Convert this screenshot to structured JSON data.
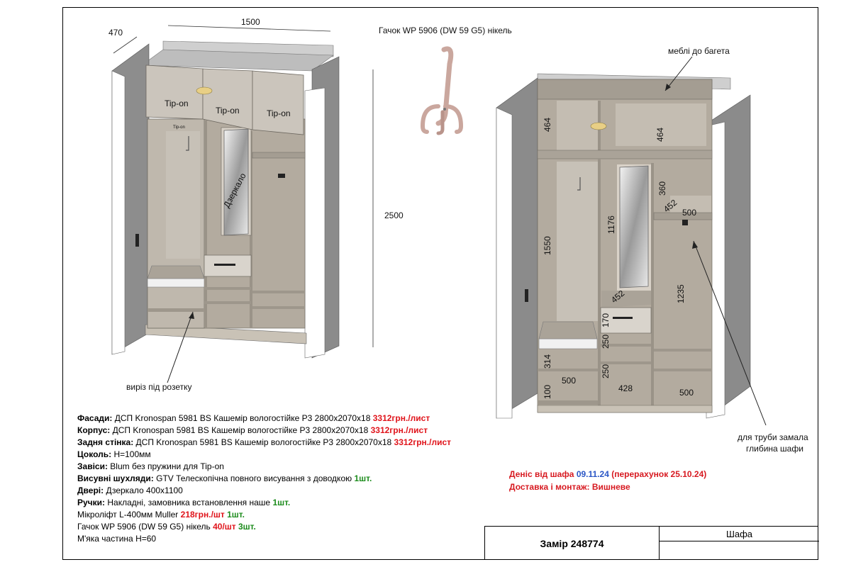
{
  "drawing": {
    "dims_left": {
      "depth": "470",
      "width": "1500",
      "height": "2500"
    },
    "left_labels": {
      "tipon_1": "Tip-on",
      "tipon_2": "Tip-on",
      "tipon_3": "Tip-on",
      "mirror": "Дзеркало",
      "socket": "виріз під розетку"
    },
    "hook_caption": "Гачок WP 5906 (DW 59 G5) нікель",
    "right_labels": {
      "cornice": "меблі до багета",
      "pipe_line1": "для труби замала",
      "pipe_line2": "глибина шафи"
    },
    "dims_right": {
      "top_left": "464",
      "top_right": "464",
      "left_height": "1550",
      "left_bottom": "314",
      "left_width": "500",
      "mid_height": "1176",
      "mid_shelf": "452",
      "mid_drawer": "170",
      "mid_250a": "250",
      "mid_250b": "250",
      "mid_width": "428",
      "right_360": "360",
      "right_452": "452",
      "right_500a": "500",
      "right_height": "1235",
      "right_500b": "500",
      "plinth": "100"
    }
  },
  "specs": [
    {
      "label": "Фасади:",
      "text": " ДСП Kronospan 5981 BS Кашемір вологостійке Р3 2800х2070х18 ",
      "price": "3312грн./лист"
    },
    {
      "label": "Корпус:",
      "text": " ДСП Kronospan 5981 BS Кашемір вологостійке Р3 2800х2070х18 ",
      "price": "3312грн./лист"
    },
    {
      "label": "Задня стінка:",
      "text": "  ДСП Kronospan 5981 BS Кашемір вологостійке Р3 2800х2070х18 ",
      "price": "3312грн./лист"
    },
    {
      "label": "Цоколь:",
      "text": " Н=100мм"
    },
    {
      "label": "Завіси:",
      "text": " Blum без пружини для Tip-on"
    },
    {
      "label": "Висувні шухляди:",
      "text": " GTV Телескопічна повного висування з доводкою ",
      "qty": "1шт."
    },
    {
      "label": "Двері:",
      "text": " Дзеркало 400х1100"
    },
    {
      "label": "Ручки:",
      "text": " Накладні, замовника встановлення наше ",
      "qty": "1шт."
    },
    {
      "text": "Мікроліфт L-400мм Muller ",
      "price": "218грн./шт",
      "qty": " 1шт."
    },
    {
      "text": "Гачок WP 5906 (DW 59 G5) нікель ",
      "price": "40/шт",
      "qty": " 3шт."
    },
    {
      "text": "М'яка частина Н=60"
    }
  ],
  "note": {
    "line1_a": "Деніс від шафа ",
    "line1_date": "09.11.24",
    "line1_b": " (перерахунок 25.10.24)",
    "line2": "Доставка і монтаж: Вишневе"
  },
  "stamp": {
    "order": "Замір 248774",
    "item": "Шафа"
  },
  "colors": {
    "panel": "#b9b2a7",
    "panel_dark": "#8f887e",
    "facade": "#cbc5bc",
    "gray_wall": "#8a8a8a",
    "price_red": "#e0141b",
    "qty_green": "#1d8c1d",
    "date_blue": "#2a56c6"
  }
}
